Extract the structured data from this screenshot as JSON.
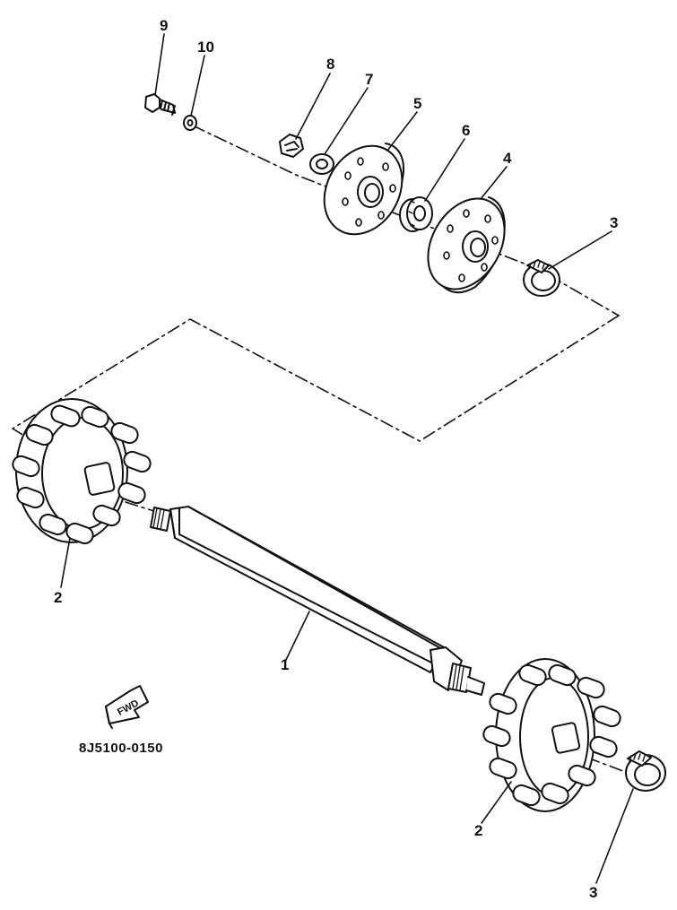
{
  "diagram": {
    "reference_code": "8J5100-0150",
    "direction_arrow_text": "FWD",
    "callouts": [
      {
        "id": "c9",
        "text": "9"
      },
      {
        "id": "c10",
        "text": "10"
      },
      {
        "id": "c8",
        "text": "8"
      },
      {
        "id": "c7",
        "text": "7"
      },
      {
        "id": "c5",
        "text": "5"
      },
      {
        "id": "c6",
        "text": "6"
      },
      {
        "id": "c4",
        "text": "4"
      },
      {
        "id": "c3a",
        "text": "3"
      },
      {
        "id": "c2a",
        "text": "2"
      },
      {
        "id": "c1",
        "text": "1"
      },
      {
        "id": "c2b",
        "text": "2"
      },
      {
        "id": "c3b",
        "text": "3"
      }
    ]
  }
}
